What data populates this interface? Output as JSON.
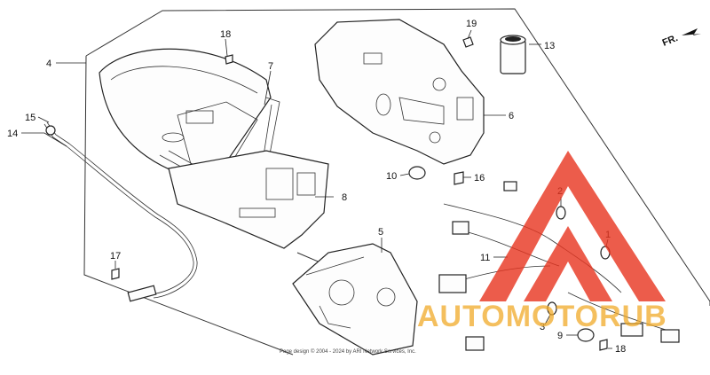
{
  "direction_label": "FR.",
  "callouts": [
    {
      "id": "c4",
      "label": "4"
    },
    {
      "id": "c7",
      "label": "7"
    },
    {
      "id": "c18a",
      "label": "18"
    },
    {
      "id": "c19",
      "label": "19"
    },
    {
      "id": "c13",
      "label": "13"
    },
    {
      "id": "c6",
      "label": "6"
    },
    {
      "id": "c15",
      "label": "15"
    },
    {
      "id": "c14",
      "label": "14"
    },
    {
      "id": "c10",
      "label": "10"
    },
    {
      "id": "c16",
      "label": "16"
    },
    {
      "id": "c8",
      "label": "8"
    },
    {
      "id": "c2",
      "label": "2"
    },
    {
      "id": "c5",
      "label": "5"
    },
    {
      "id": "c1",
      "label": "1"
    },
    {
      "id": "c11",
      "label": "11"
    },
    {
      "id": "c17",
      "label": "17"
    },
    {
      "id": "c3",
      "label": "3"
    },
    {
      "id": "c9",
      "label": "9"
    },
    {
      "id": "c18b",
      "label": "18"
    }
  ],
  "footer_text": "Page design © 2004 - 2024 by ARI Network Services, Inc.",
  "watermark": {
    "text": "AUTOMOTORUB",
    "color": "#e8341f",
    "accent": "#f0a828"
  }
}
